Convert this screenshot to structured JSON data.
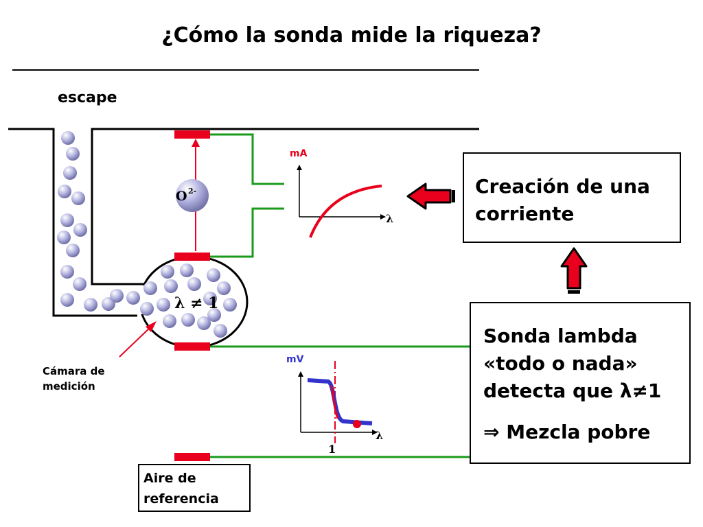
{
  "title": "¿Cómo la sonda mide la riqueza?",
  "labels": {
    "escape": "escape",
    "camara": [
      "Cámara de",
      "medición"
    ],
    "ion": "O",
    "ion_charge": "2-",
    "lambda_chamber": "λ ≠ 1",
    "graph1_ylabel": "mA",
    "graph1_xlabel": "λ",
    "graph2_ylabel": "mV",
    "graph2_xlabel": "λ",
    "graph2_tick": "1"
  },
  "box_creacion": [
    "Creación de una",
    "corriente"
  ],
  "box_sonda": [
    "Sonda lambda",
    "«todo o nada»",
    "detecta que λ≠1",
    "⇒ Mezcla pobre"
  ],
  "box_aire": [
    "Aire de",
    "referencia"
  ],
  "colors": {
    "wire": "#1a9a1a",
    "electrode": "#e8001c",
    "curve_red": "#e8001c",
    "curve_blue": "#3333cc",
    "ball": "#a8a8d8",
    "arrow": "#e8001c"
  }
}
